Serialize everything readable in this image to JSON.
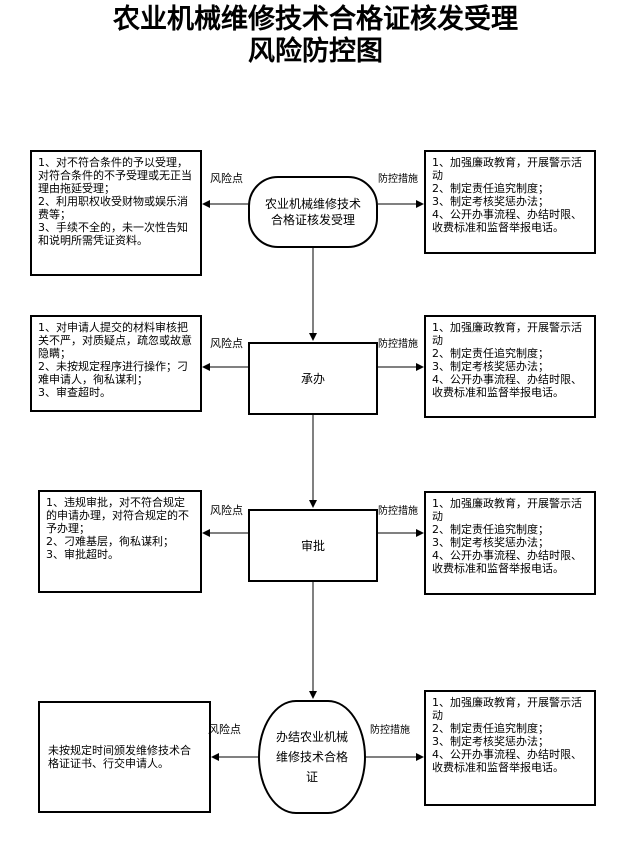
{
  "title_line1": "农业机械维修技术合格证核发受理",
  "title_line2": "风险防控图",
  "labels": {
    "risk": "风险点",
    "measures": "防控措施"
  },
  "steps": [
    {
      "name": "农业机械维修技术合格证核发受理",
      "risks": "1、对不符合条件的予以受理，对符合条件的不予受理或无正当理由拖延受理；\n2、利用职权收受财物或娱乐消费等；\n3、手续不全的，未一次性告知和说明所需凭证资料。",
      "measures": "1、加强廉政教育，开展警示活动\n2、制定责任追究制度；\n3、制定考核奖惩办法；\n4、公开办事流程、办结时限、收费标准和监督举报电话。"
    },
    {
      "name": "承办",
      "risks": "1、对申请人提交的材料审核把关不严，对质疑点，疏忽或故意隐瞒；\n2、未按规定程序进行操作；刁难申请人，徇私谋利；\n3、审查超时。",
      "measures": "1、加强廉政教育，开展警示活动\n2、制定责任追究制度；\n3、制定考核奖惩办法；\n4、公开办事流程、办结时限、收费标准和监督举报电话。"
    },
    {
      "name": "审批",
      "risks": "1、违规审批，对不符合规定的申请办理，对符合规定的不予办理；\n2、刁难基层，徇私谋利；\n3、审批超时。",
      "measures": "1、加强廉政教育，开展警示活动\n2、制定责任追究制度；\n3、制定考核奖惩办法；\n4、公开办事流程、办结时限、收费标准和监督举报电话。"
    },
    {
      "name": "办结农业机械维修技术合格证",
      "risks": "未按规定时间颁发维修技术合格证证书、行交申请人。",
      "measures": "1、加强廉政教育，开展警示活动\n2、制定责任追究制度；\n3、制定考核奖惩办法；\n4、公开办事流程、办结时限、收费标准和监督举报电话。"
    }
  ]
}
